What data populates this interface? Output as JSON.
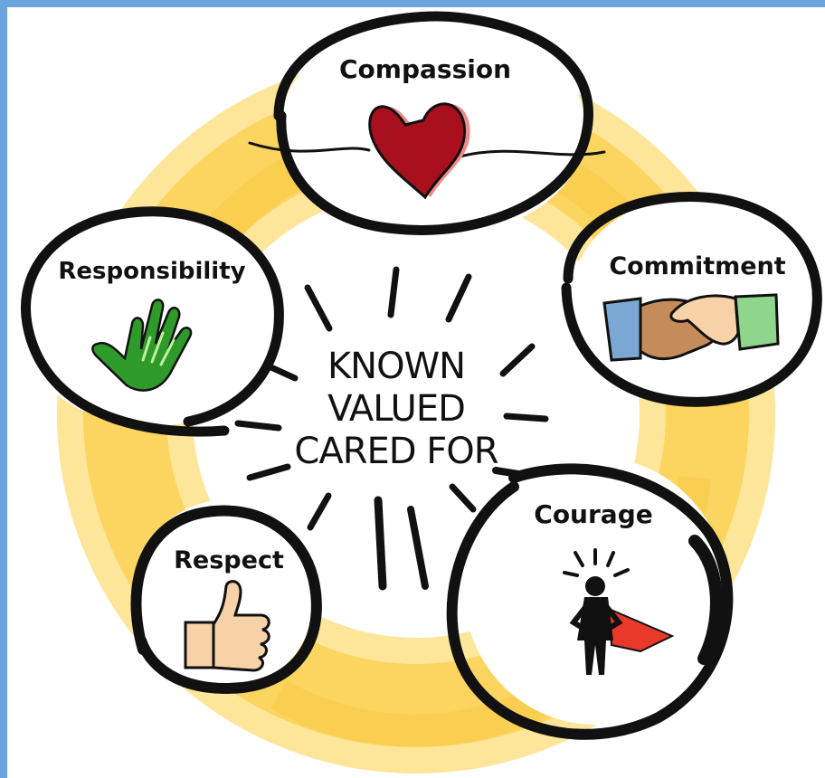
{
  "center": {
    "lines": [
      "KNOWN",
      "VALUED",
      "CARED FOR"
    ]
  },
  "values": [
    {
      "key": "compassion",
      "label": "Compassion",
      "icon": "heart-icon"
    },
    {
      "key": "commitment",
      "label": "Commitment",
      "icon": "handshake-icon"
    },
    {
      "key": "courage",
      "label": "Courage",
      "icon": "superhero-icon"
    },
    {
      "key": "respect",
      "label": "Respect",
      "icon": "thumbs-up-icon"
    },
    {
      "key": "responsibility",
      "label": "Responsibility",
      "icon": "helping-hands-icon"
    }
  ],
  "colors": {
    "frame": "#6aa6dd",
    "ring": "#fbd35a",
    "ring_light": "#fde69a",
    "ink": "#111111",
    "heart": "#a8101e",
    "heart_shadow": "#f08a8a",
    "cape": "#e8392b",
    "hand_green": "#2e9a2a",
    "sleeve_blue": "#7aa7d4",
    "sleeve_green": "#8fd68c",
    "skin": "#f7d2a8",
    "skin_dark": "#c58b5a"
  }
}
